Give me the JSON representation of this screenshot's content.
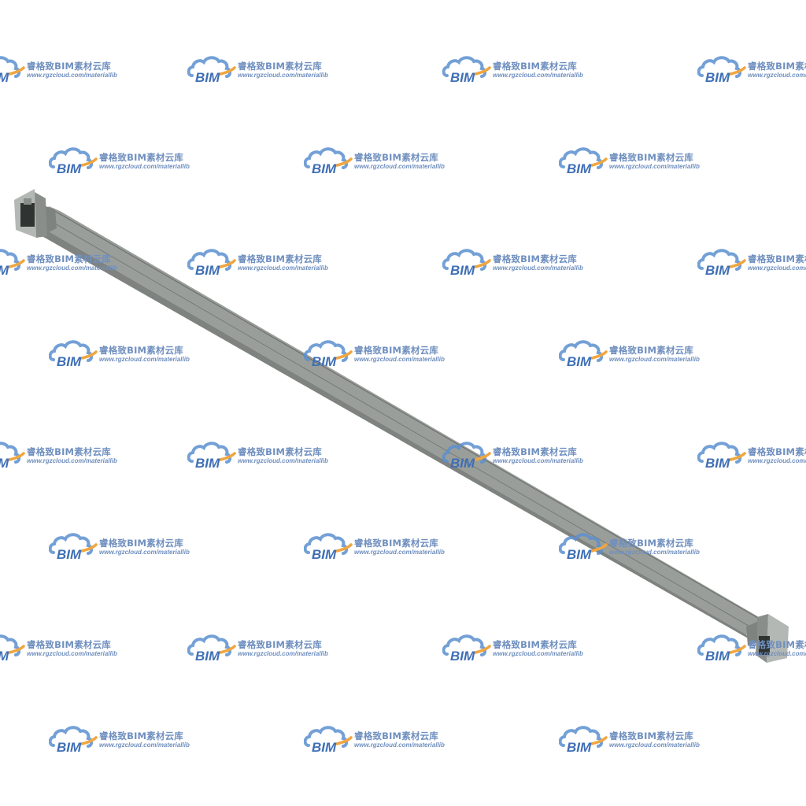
{
  "watermark": {
    "brand": "BIM",
    "title": "睿格致BIM素材云库",
    "url": "www.rgzcloud.com/materiallib",
    "colors": {
      "cloud": "#5b8fcf",
      "swoosh": "#f0a640",
      "brand_text": "#3f6fb5",
      "title_text": "#6f8fbf",
      "url_text": "#6f8fbf"
    }
  },
  "model": {
    "subject": "fire-damper-with-duct",
    "colors": {
      "duct_top": "#9a9e9a",
      "duct_side": "#7f8380",
      "duct_edge": "#6e726f",
      "flange": "#b4b8b5",
      "flange_dark": "#8a8e8b",
      "mechanism": "#2f3331"
    }
  }
}
